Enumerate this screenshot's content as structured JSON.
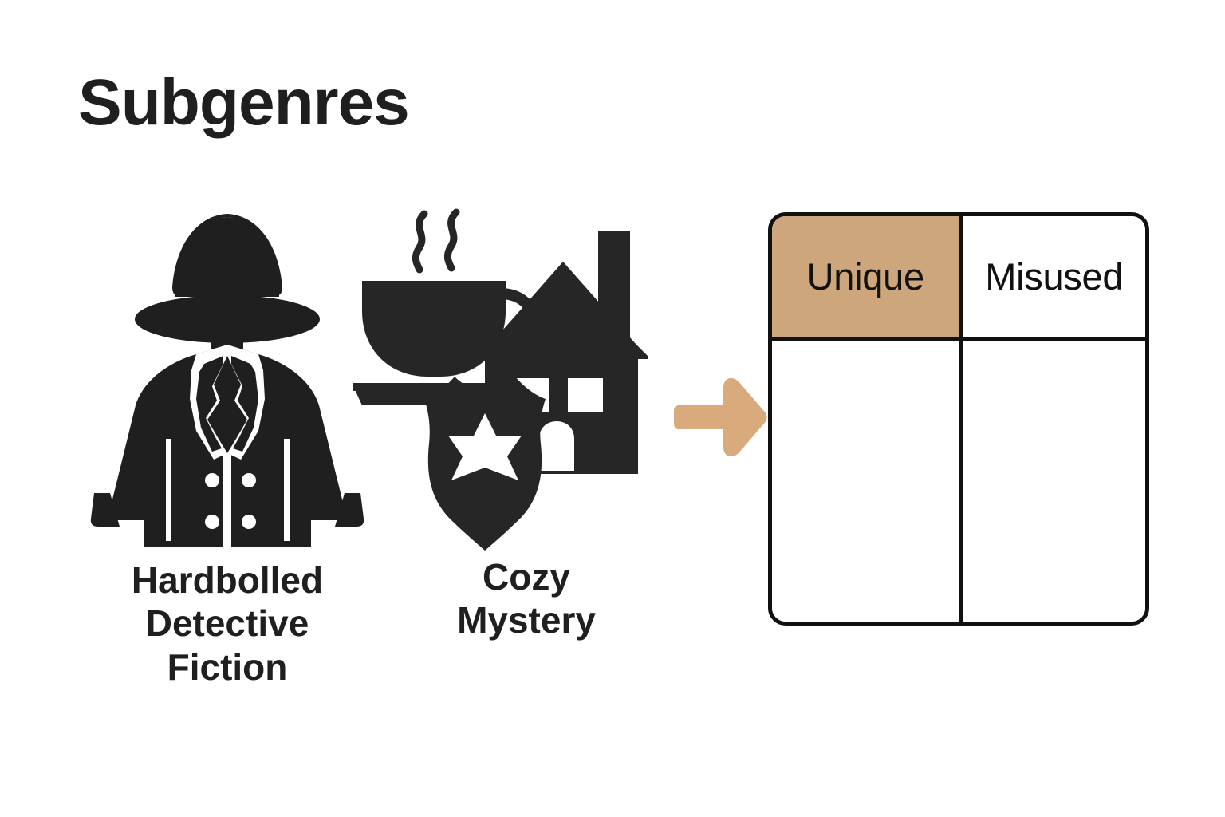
{
  "page": {
    "title": "Subgenres",
    "background_color": "#ffffff",
    "ink_color": "#1f1f1f",
    "accent_color": "#cda67c"
  },
  "subgenres": [
    {
      "id": "hardboiled",
      "label": "Hardbolled\nDetective\nFiction",
      "icon_name": "detective-trenchcoat-fedora-icon"
    },
    {
      "id": "cozy",
      "label": "Cozy\nMystery",
      "icon_name": "teacup-house-police-badge-icon"
    }
  ],
  "arrow": {
    "icon_name": "right-arrow-icon",
    "color": "#d9ab7c"
  },
  "table": {
    "columns": [
      "Unique",
      "Misused"
    ],
    "header_fill": [
      "#cda67c",
      "#ffffff"
    ],
    "body_cells": [
      "",
      ""
    ],
    "border_color": "#111111"
  }
}
